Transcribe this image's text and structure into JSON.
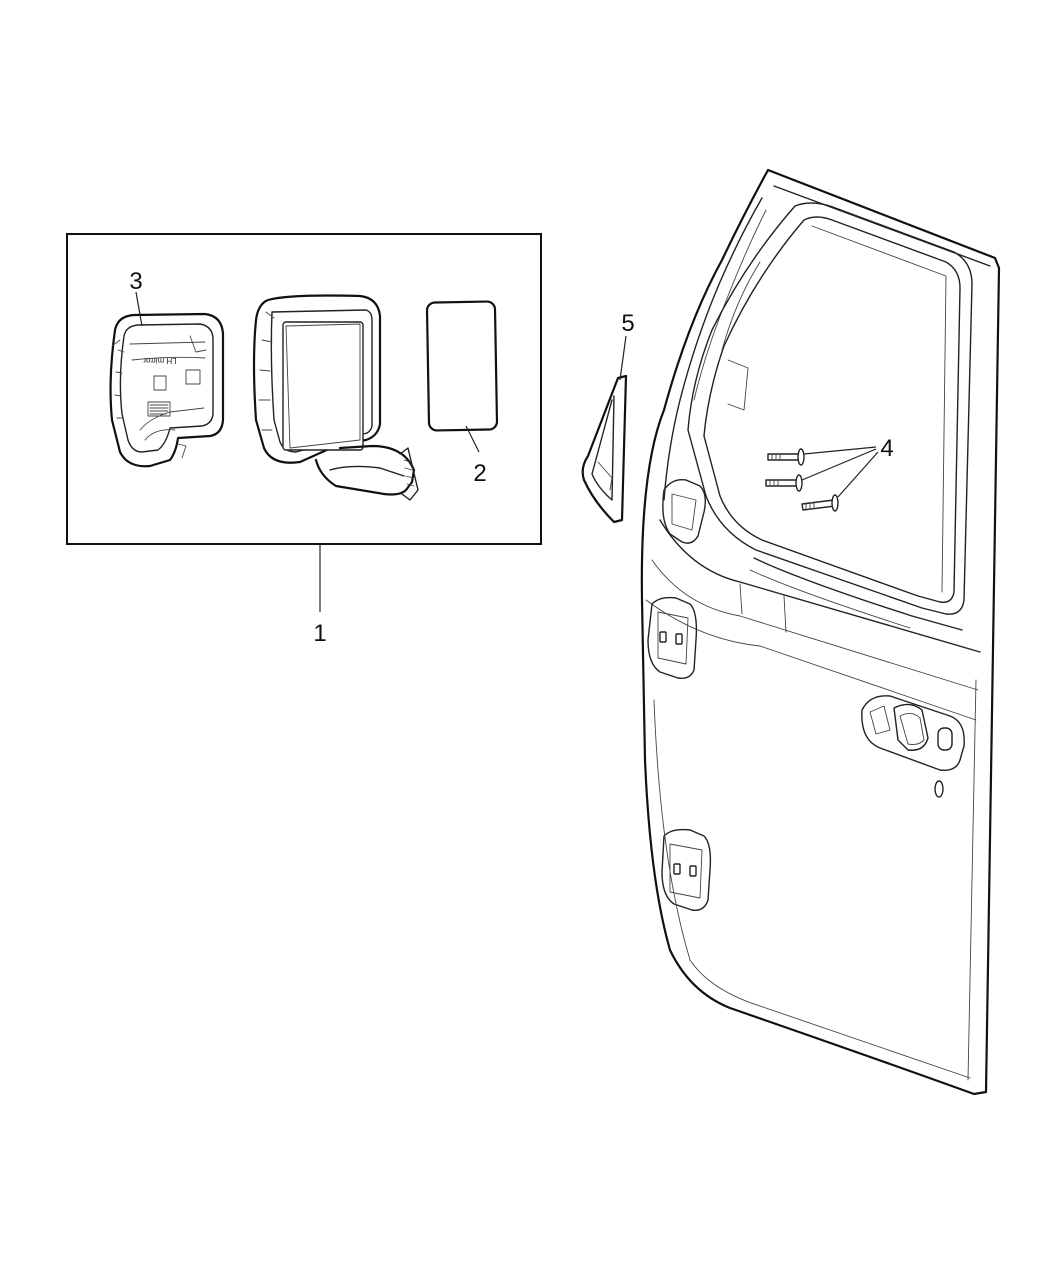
{
  "callouts": {
    "c1": "1",
    "c2": "2",
    "c3": "3",
    "c4": "4",
    "c5": "5"
  },
  "parts": [
    {
      "ref": "1",
      "name": "mirror-assembly"
    },
    {
      "ref": "2",
      "name": "mirror-glass"
    },
    {
      "ref": "3",
      "name": "mirror-cover"
    },
    {
      "ref": "4",
      "name": "bolts"
    },
    {
      "ref": "5",
      "name": "sail-panel-seal"
    }
  ],
  "cover_label": "LH mirror",
  "colors": {
    "line": "#222222",
    "background": "#ffffff"
  }
}
